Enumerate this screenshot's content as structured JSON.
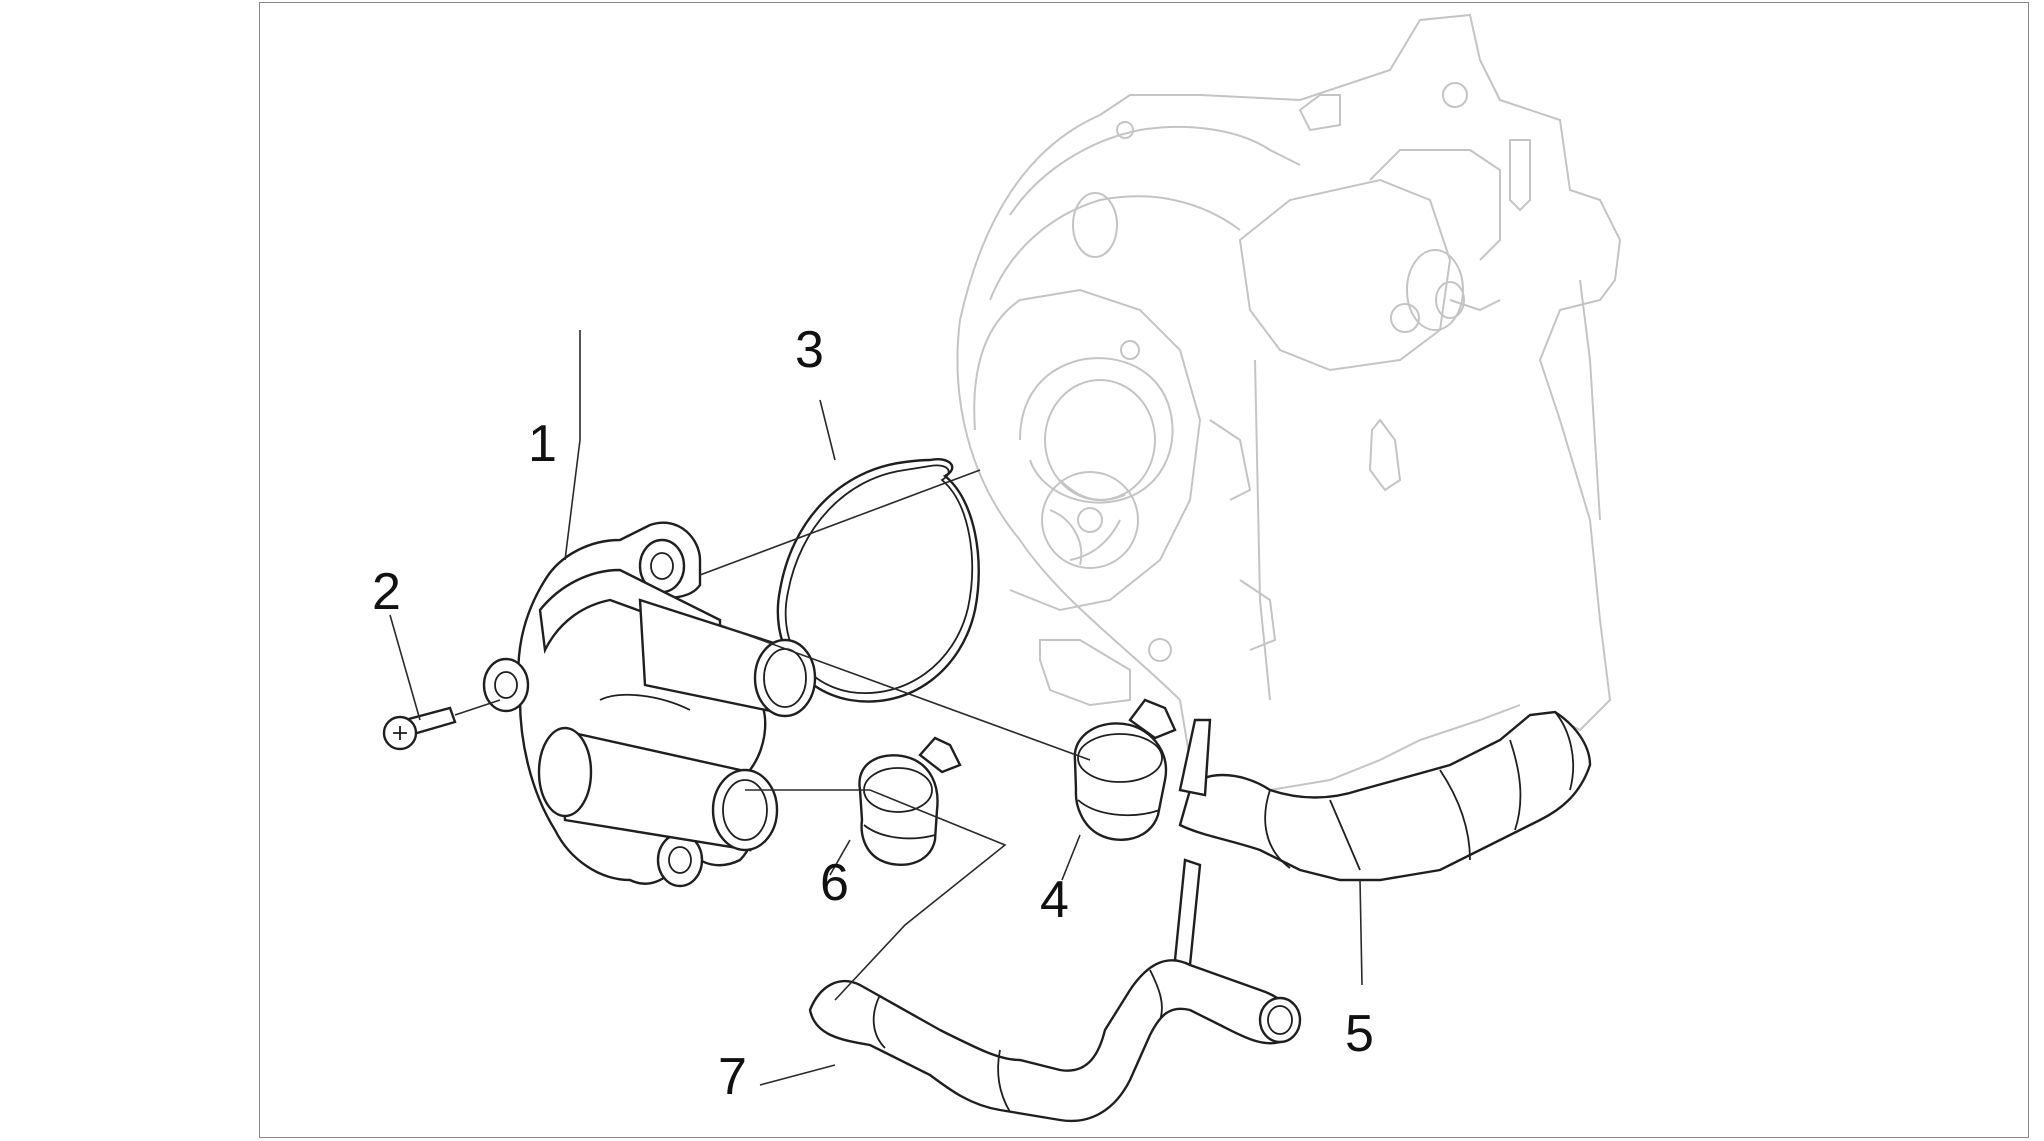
{
  "diagram": {
    "callouts": [
      {
        "number": "1"
      },
      {
        "number": "2"
      },
      {
        "number": "3"
      },
      {
        "number": "4"
      },
      {
        "number": "5"
      },
      {
        "number": "6"
      },
      {
        "number": "7"
      }
    ]
  }
}
